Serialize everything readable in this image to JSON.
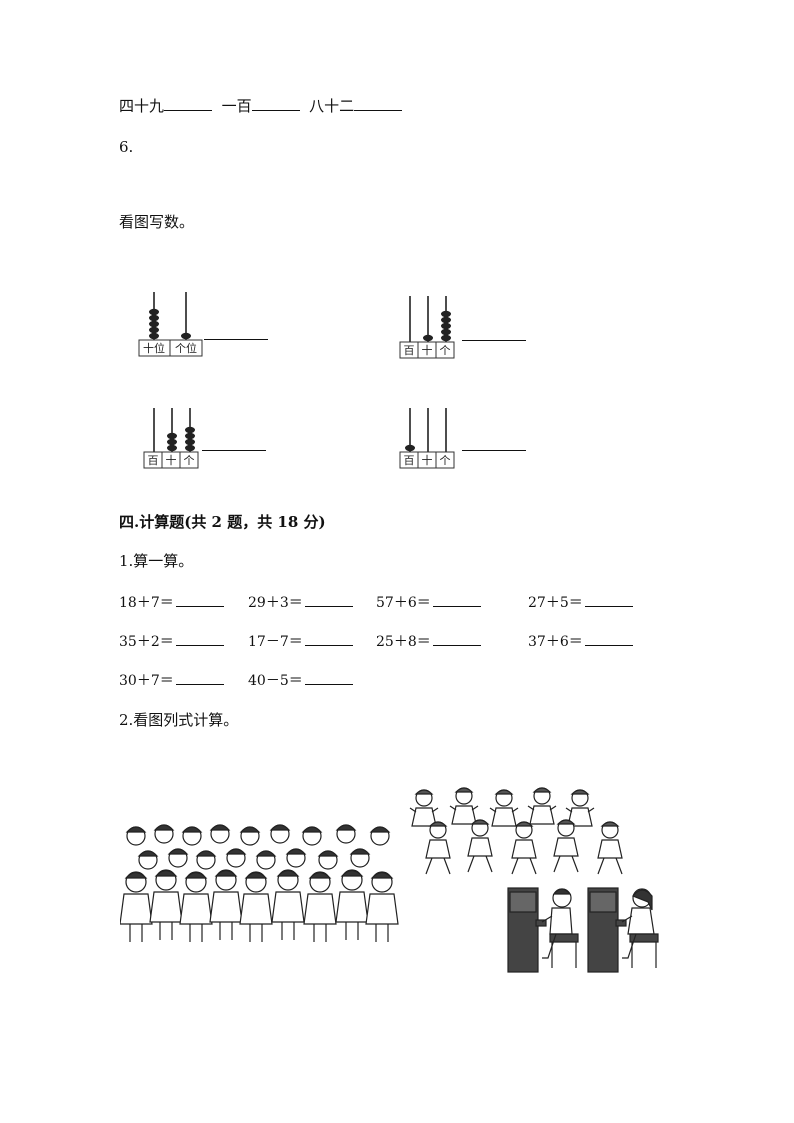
{
  "fill_in": {
    "items": [
      "四十九",
      "一百",
      "八十二"
    ]
  },
  "q6": {
    "number": "6.",
    "instruction": "看图写数。",
    "abaci": [
      {
        "labels": [
          "十位",
          "个位"
        ],
        "beads": [
          5,
          1
        ]
      },
      {
        "labels": [
          "百",
          "十",
          "个"
        ],
        "beads": [
          0,
          1,
          5
        ]
      },
      {
        "labels": [
          "百",
          "十",
          "个"
        ],
        "beads": [
          0,
          3,
          4
        ]
      },
      {
        "labels": [
          "百",
          "十",
          "个"
        ],
        "beads": [
          1,
          0,
          0
        ]
      }
    ]
  },
  "section4": {
    "title": "四.计算题(共 2 题，共 18 分)",
    "q1": {
      "title": "1.算一算。",
      "rows": [
        [
          "18＋7＝",
          "29＋3＝",
          "57＋6＝",
          "27＋5＝"
        ],
        [
          "35＋2＝",
          "17－7＝",
          "25＋8＝",
          "37＋6＝"
        ],
        [
          "30＋7＝",
          "40－5＝"
        ]
      ]
    },
    "q2": {
      "title": "2.看图列式计算。"
    }
  },
  "icons": {
    "illustration_left": "choir-children-illustration",
    "illustration_dancers": "dancing-girls-illustration",
    "illustration_pianos": "piano-players-illustration"
  }
}
